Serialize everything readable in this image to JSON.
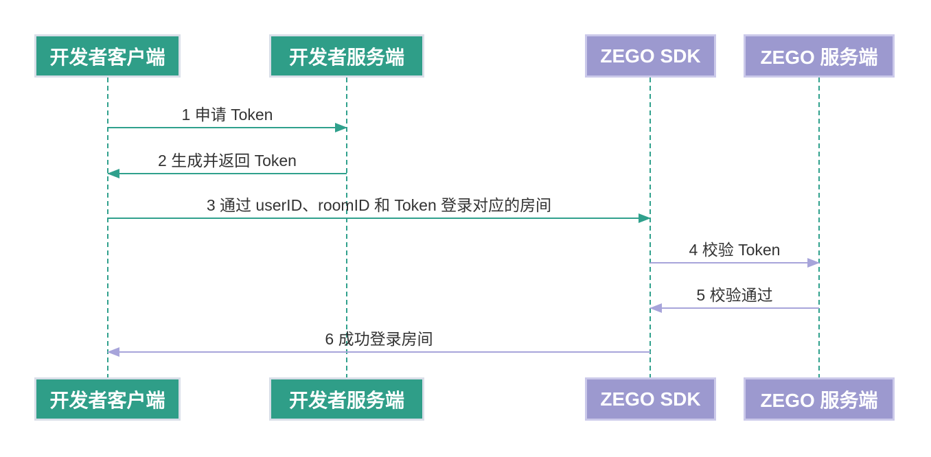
{
  "diagram": {
    "type": "sequence",
    "actors": [
      {
        "id": "developer-client",
        "label": "开发者客户端",
        "theme": "green"
      },
      {
        "id": "developer-server",
        "label": "开发者服务端",
        "theme": "green"
      },
      {
        "id": "zego-sdk",
        "label": "ZEGO SDK",
        "theme": "purple"
      },
      {
        "id": "zego-server",
        "label": "ZEGO 服务端",
        "theme": "purple"
      }
    ],
    "messages": [
      {
        "seq": 1,
        "text": "1 申请 Token",
        "from": "developer-client",
        "to": "developer-server",
        "color": "teal"
      },
      {
        "seq": 2,
        "text": "2 生成并返回 Token",
        "from": "developer-server",
        "to": "developer-client",
        "color": "teal"
      },
      {
        "seq": 3,
        "text": "3 通过 userID、roomID 和 Token 登录对应的房间",
        "from": "developer-client",
        "to": "zego-sdk",
        "color": "teal"
      },
      {
        "seq": 4,
        "text": "4 校验 Token",
        "from": "zego-sdk",
        "to": "zego-server",
        "color": "purple"
      },
      {
        "seq": 5,
        "text": "5 校验通过",
        "from": "zego-server",
        "to": "zego-sdk",
        "color": "purple"
      },
      {
        "seq": 6,
        "text": "6 成功登录房间",
        "from": "zego-sdk",
        "to": "developer-client",
        "color": "purple"
      }
    ],
    "colors": {
      "green_fill": "#2f9e88",
      "green_border": "#d9dee8",
      "purple_fill": "#9c99cf",
      "purple_border": "#cbc9ea",
      "teal_line": "#2fa08c",
      "purple_line": "#a7a4da",
      "label_text": "#333333",
      "box_text": "#ffffff",
      "background": "#ffffff"
    }
  }
}
